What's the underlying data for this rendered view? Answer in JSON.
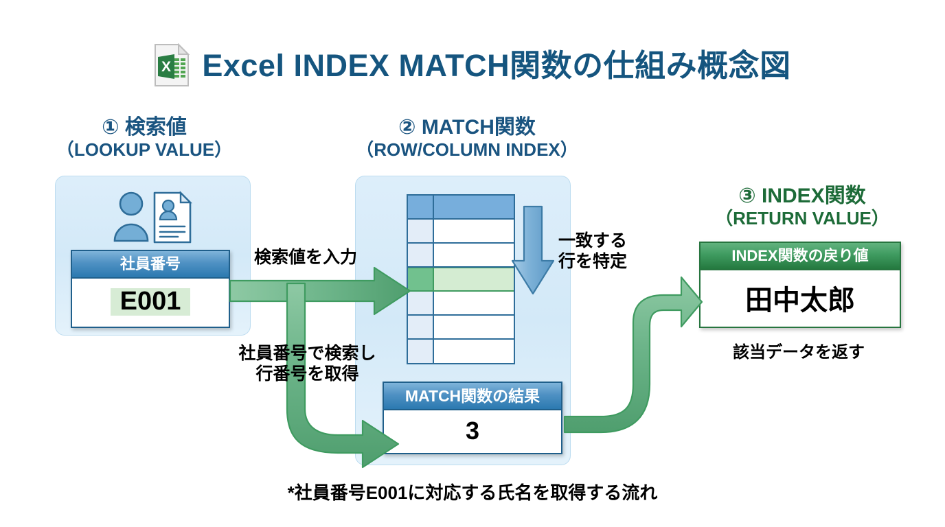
{
  "title": {
    "icon": "excel-file-icon",
    "text": "Excel INDEX MATCH関数の仕組み概念図"
  },
  "colors": {
    "title_blue": "#15557f",
    "heading_blue": "#1a5480",
    "heading_green": "#1d6b38",
    "panel_blue": "#d8ebf8",
    "header_blue": "#2b79b0",
    "header_green": "#24793f",
    "arrow_green": "#6cb489",
    "arrow_blue": "#6ba8d4",
    "highlight_green": "#d4ecd2"
  },
  "sections": {
    "one": {
      "heading": "① 検索値",
      "subheading": "（LOOKUP VALUE）",
      "icon": "person-id-card-icon",
      "box": {
        "header": "社員番号",
        "value": "E001"
      }
    },
    "two": {
      "heading": "② MATCH関数",
      "subheading": "（ROW/COLUMN INDEX）",
      "grid": {
        "rows": 7,
        "header_row_index": 0,
        "highlighted_row_index": 3
      },
      "box": {
        "header": "MATCH関数の結果",
        "value": "3"
      }
    },
    "three": {
      "heading": "③ INDEX関数",
      "subheading": "（RETURN VALUE）",
      "box": {
        "header": "INDEX関数の戻り値",
        "value": "田中太郎"
      },
      "caption": "該当データを返す"
    }
  },
  "labels": {
    "input_lookup": "検索値を入力",
    "search_by_id_line1": "社員番号で検索し",
    "search_by_id_line2": "行番号を取得",
    "match_row_line1": "一致する",
    "match_row_line2": "行を特定"
  },
  "footnote": "*社員番号E001に対応する氏名を取得する流れ"
}
